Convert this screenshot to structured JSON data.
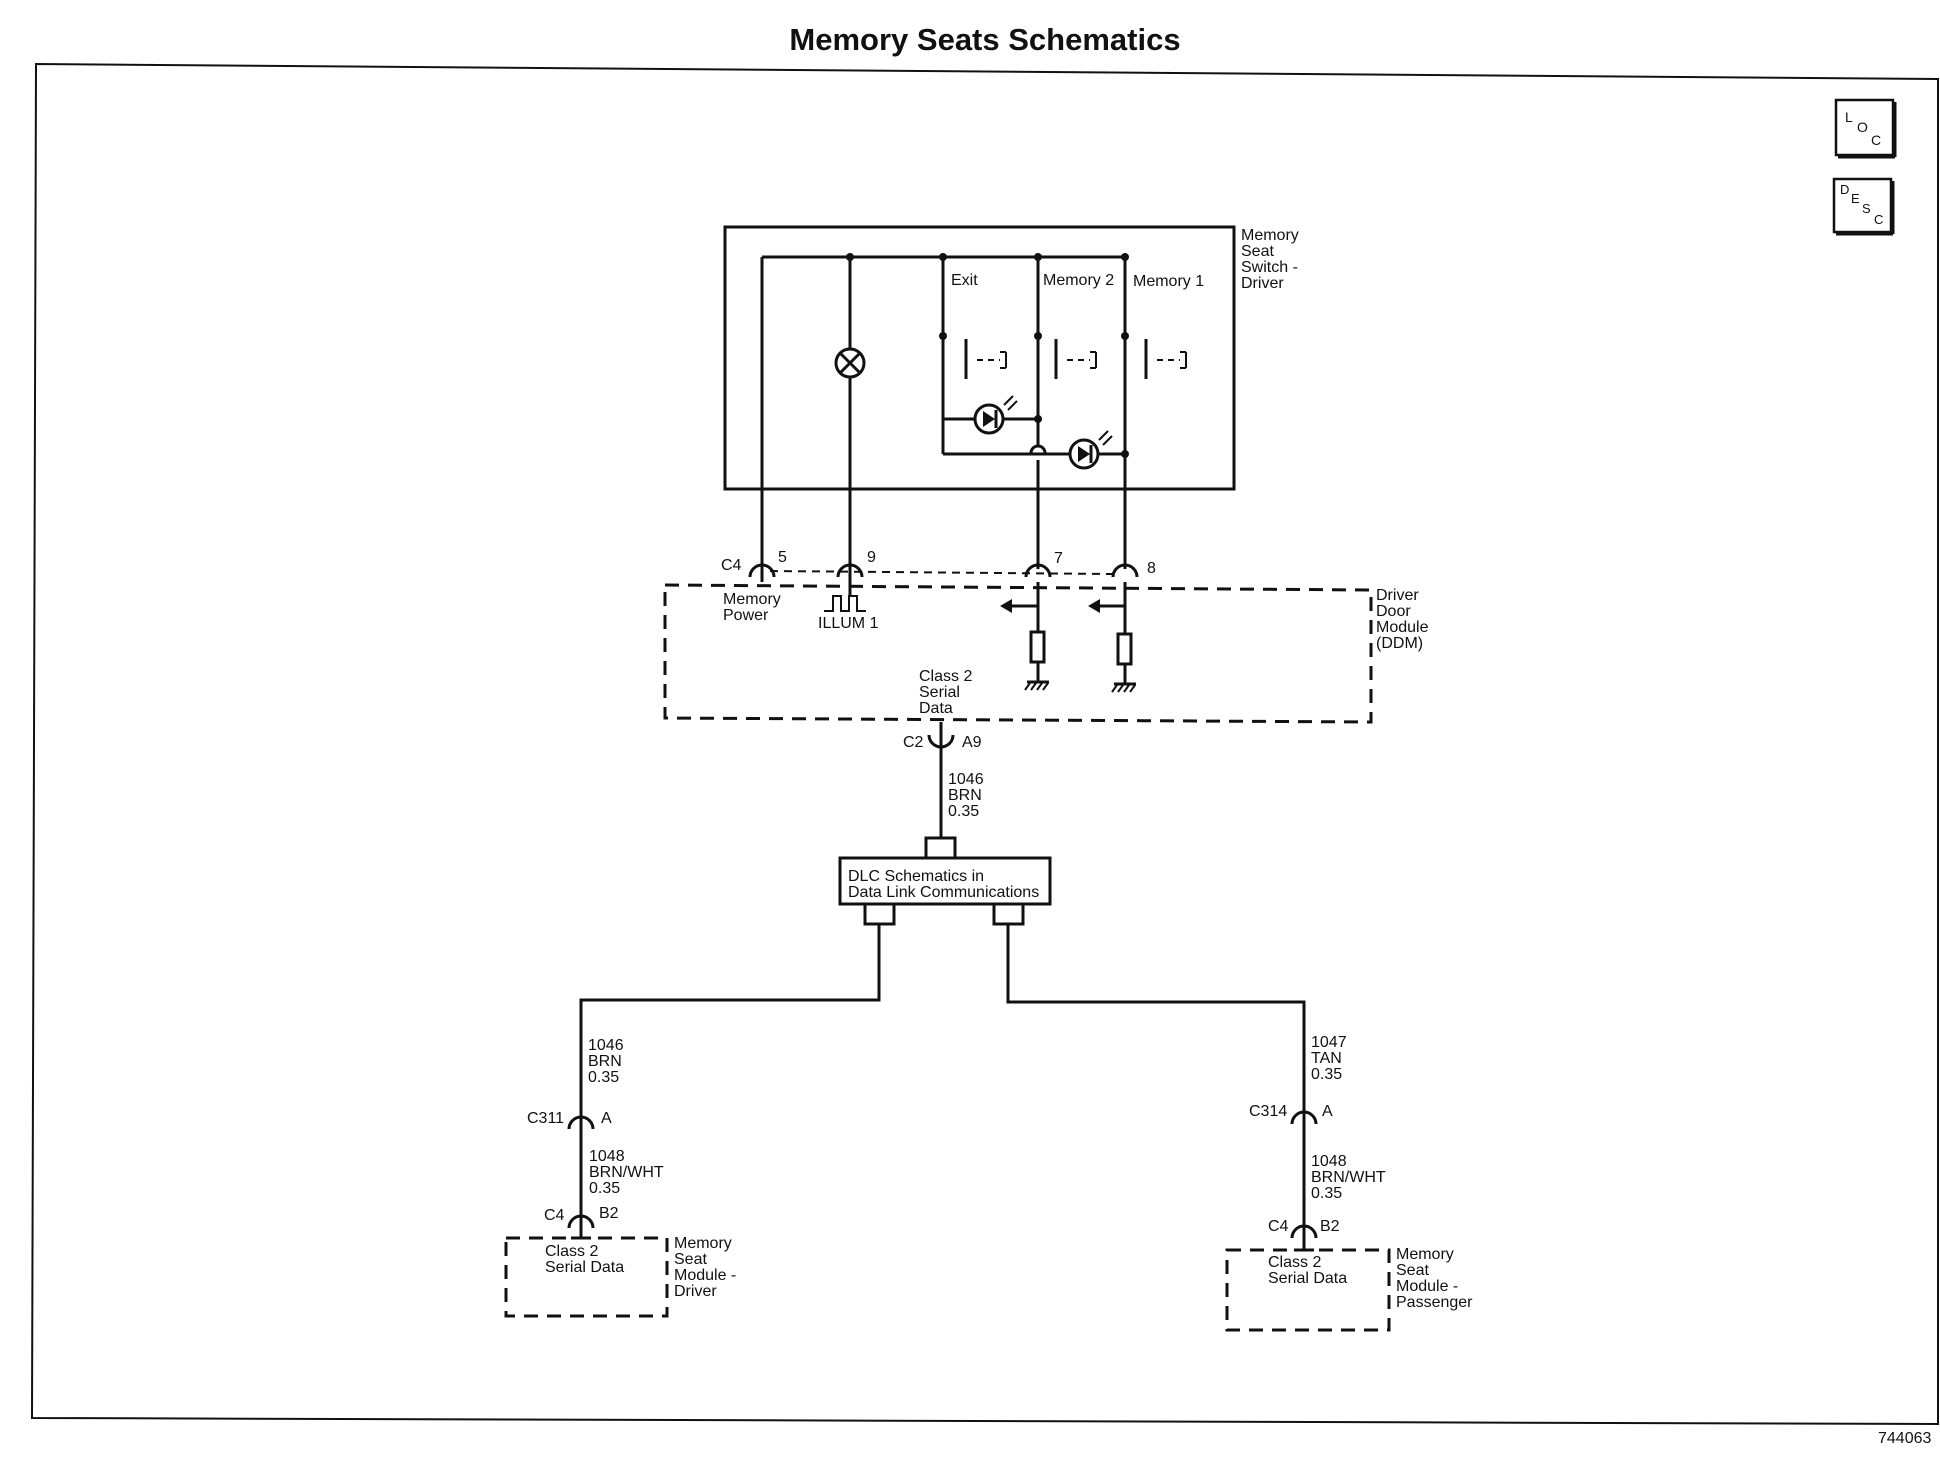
{
  "title": "Memory Seats Schematics",
  "figure_id": "744063",
  "nav_buttons": {
    "loc": [
      "L",
      "O",
      "C"
    ],
    "desc": [
      "D",
      "E",
      "S",
      "C"
    ]
  },
  "switch": {
    "name": [
      "Memory",
      "Seat",
      "Switch -",
      "Driver"
    ],
    "exit": "Exit",
    "memory2": "Memory 2",
    "memory1": "Memory 1"
  },
  "ddm": {
    "name": [
      "Driver",
      "Door",
      "Module",
      "(DDM)"
    ],
    "connector": "C4",
    "pins": [
      "5",
      "9",
      "7",
      "8"
    ],
    "memory_power": [
      "Memory",
      "Power"
    ],
    "illum": "ILLUM 1",
    "class2": [
      "Class 2",
      "Serial",
      "Data"
    ],
    "out_connector": "C2",
    "out_pin": "A9"
  },
  "trunk_wire": [
    "1046",
    "BRN",
    "0.35"
  ],
  "dlc_box": [
    "DLC Schematics in",
    "Data Link Communications"
  ],
  "driver_branch": {
    "wire1": [
      "1046",
      "BRN",
      "0.35"
    ],
    "connector": "C311",
    "pin": "A",
    "wire2": [
      "1048",
      "BRN/WHT",
      "0.35"
    ],
    "module_connector": "C4",
    "module_pin": "B2",
    "module_inner": [
      "Class 2",
      "Serial Data"
    ],
    "module_name": [
      "Memory",
      "Seat",
      "Module -",
      "Driver"
    ]
  },
  "passenger_branch": {
    "wire1": [
      "1047",
      "TAN",
      "0.35"
    ],
    "connector": "C314",
    "pin": "A",
    "wire2": [
      "1048",
      "BRN/WHT",
      "0.35"
    ],
    "module_connector": "C4",
    "module_pin": "B2",
    "module_inner": [
      "Class 2",
      "Serial Data"
    ],
    "module_name": [
      "Memory",
      "Seat",
      "Module -",
      "Passenger"
    ]
  }
}
